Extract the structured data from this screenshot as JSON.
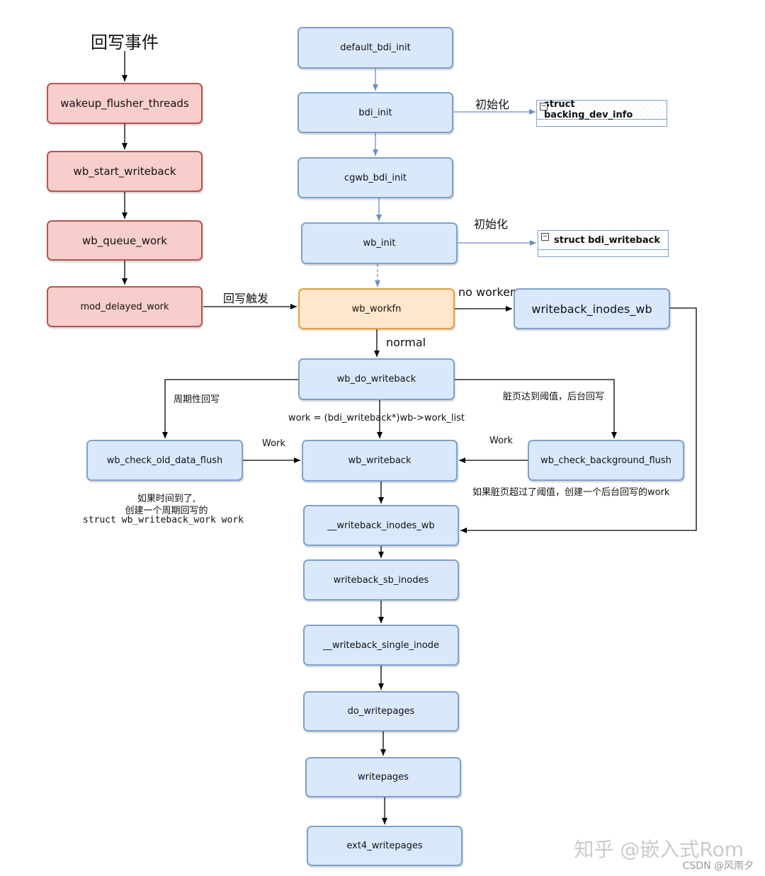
{
  "title": "回写事件",
  "nodes": {
    "wakeup_flusher_threads": "wakeup_flusher_threads",
    "wb_start_writeback": "wb_start_writeback",
    "wb_queue_work": "wb_queue_work",
    "mod_delayed_work": "mod_delayed_work",
    "default_bdi_init": "default_bdi_init",
    "bdi_init": "bdi_init",
    "cgwb_bdi_init": "cgwb_bdi_init",
    "wb_init": "wb_init",
    "wb_workfn": "wb_workfn",
    "writeback_inodes_wb": "writeback_inodes_wb",
    "wb_do_writeback": "wb_do_writeback",
    "wb_check_old_data_flush": "wb_check_old_data_flush",
    "wb_writeback": "wb_writeback",
    "wb_check_background_flush": "wb_check_background_flush",
    "__writeback_inodes_wb": "__writeback_inodes_wb",
    "writeback_sb_inodes": "writeback_sb_inodes",
    "__writeback_single_inode": "__writeback_single_inode",
    "do_writepages": "do_writepages",
    "writepages": "writepages",
    "ext4_writepages": "ext4_writepages"
  },
  "structs": {
    "backing_dev_info": "struct backing_dev_info",
    "bdi_writeback": "struct bdi_writeback"
  },
  "labels": {
    "init1": "初始化",
    "init2": "初始化",
    "trigger": "回写触发",
    "no_worker": "no worker",
    "normal": "normal",
    "periodic": "周期性回写",
    "threshold": "脏页达到阈值，后台回写",
    "work_list": "work = (bdi_writeback*)wb->work_list",
    "work_left": "Work",
    "work_right": "Work",
    "note_left_1": "如果时间到了,",
    "note_left_2": "创建一个周期回写的",
    "note_left_3": "struct wb_writeback_work work",
    "note_right": "如果脏页超过了阈值，创建一个后台回写的work"
  },
  "watermark": {
    "main": "知乎 @嵌入式Rom",
    "sub": "CSDN @风雨夕"
  }
}
